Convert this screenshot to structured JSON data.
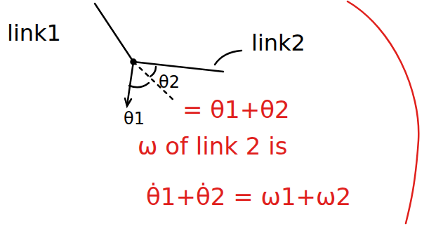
{
  "diagram": {
    "labels": [
      "link1",
      "link2",
      "θ2",
      "θ1",
      "= θ1+θ2",
      "ω of link 2 is",
      "θ̇1+θ̇2 = ω1+ω2"
    ]
  }
}
